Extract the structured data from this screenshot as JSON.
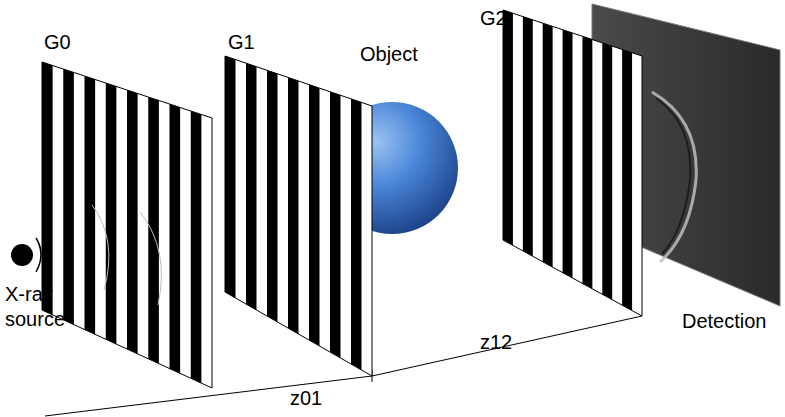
{
  "diagram": {
    "labels": [
      "G0",
      "G1",
      "Object",
      "G2",
      "X-ray source",
      "Detection",
      "z01",
      "z12"
    ]
  }
}
